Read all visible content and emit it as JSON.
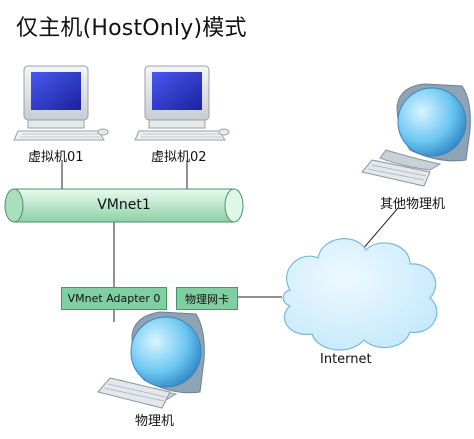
{
  "title": "仅主机(HostOnly)模式",
  "nodes": {
    "vm1": "虚拟机01",
    "vm2": "虚拟机02",
    "other_pc": "其他物理机",
    "host": "物理机",
    "internet": "Internet"
  },
  "switch": {
    "label": "VMnet1"
  },
  "adapters": {
    "vmnet_adapter": "VMnet Adapter 0",
    "physical_nic": "物理网卡"
  },
  "colors": {
    "switch_fill": "#c9f0d6",
    "adapter_fill": "#7fcfa1",
    "screen_blue": "#2a36c9",
    "cloud_fill": "#c7ecff"
  }
}
